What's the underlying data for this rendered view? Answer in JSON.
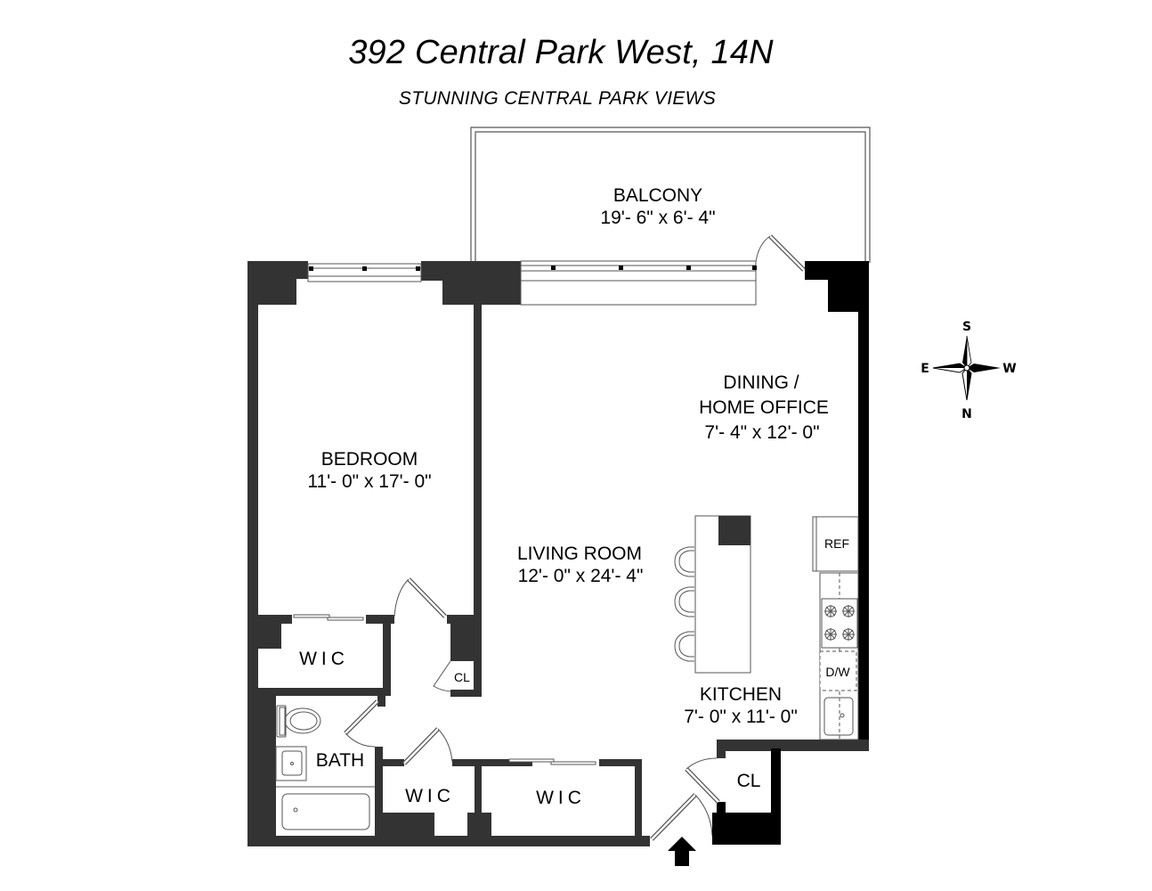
{
  "header": {
    "title": "392 Central Park West, 14N",
    "subtitle": "STUNNING CENTRAL PARK VIEWS"
  },
  "rooms": {
    "balcony": {
      "name": "BALCONY",
      "dims": "19'- 6\" x 6'- 4\""
    },
    "bedroom": {
      "name": "BEDROOM",
      "dims": "11'- 0\" x 17'- 0\""
    },
    "dining": {
      "name_line1": "DINING /",
      "name_line2": "HOME OFFICE",
      "dims": "7'- 4\" x 12'- 0\""
    },
    "living": {
      "name": "LIVING ROOM",
      "dims": "12'- 0\" x 24'- 4\""
    },
    "kitchen": {
      "name": "KITCHEN",
      "dims": "7'- 0\" x 11'- 0\""
    },
    "bath": {
      "name": "BATH"
    },
    "wic_bedroom": {
      "name": "WIC"
    },
    "wic_hall_small": {
      "name": "WIC"
    },
    "wic_hall_large": {
      "name": "WIC"
    },
    "closet_hall": {
      "name": "CL"
    },
    "closet_entry": {
      "name": "CL"
    }
  },
  "appliances": {
    "refrigerator": "REF",
    "dishwasher": "D/W"
  },
  "compass": {
    "top": "S",
    "bottom": "N",
    "left": "E",
    "right": "W"
  },
  "colors": {
    "wall": "#333333",
    "wall_black": "#000000",
    "line": "#555555",
    "background": "#ffffff"
  }
}
